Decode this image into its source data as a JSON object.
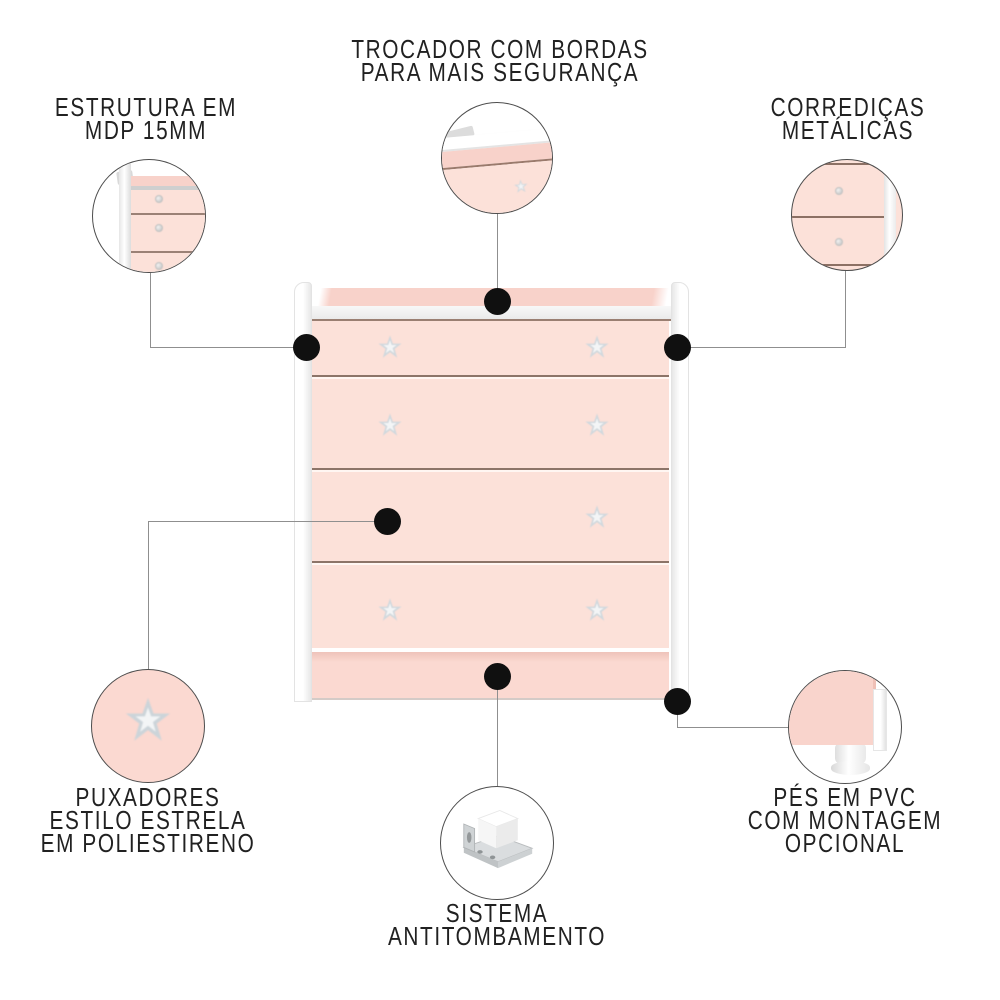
{
  "callouts": {
    "top_center": {
      "lines": [
        "TROCADOR COM BORDAS",
        "PARA MAIS SEGURANÇA"
      ]
    },
    "top_left": {
      "lines": [
        "ESTRUTURA EM",
        "MDP 15MM"
      ]
    },
    "top_right": {
      "lines": [
        "CORREDIÇAS",
        "METÁLICAS"
      ]
    },
    "bottom_left": {
      "lines": [
        "PUXADORES",
        "ESTILO ESTRELA",
        "EM POLIESTIRENO"
      ]
    },
    "bottom_center": {
      "lines": [
        "SISTEMA",
        "ANTITOMBAMENTO"
      ]
    },
    "bottom_right": {
      "lines": [
        "PÉS EM PVC",
        "COM MONTAGEM",
        "OPCIONAL"
      ]
    }
  },
  "illustration": {
    "drawer_count": 4,
    "handle_style": "star",
    "colors": {
      "drawer_pink": "#fce1d9",
      "top_surface_pink": "#f8d2ca",
      "panel_white": "#ffffff",
      "separator_brown": "#8c7468",
      "star_gray": "#d1d8dd",
      "callout_dot": "#101010",
      "connector_gray": "#8f8f8f",
      "circle_border": "#4d4d4d",
      "text": "#212121"
    }
  }
}
